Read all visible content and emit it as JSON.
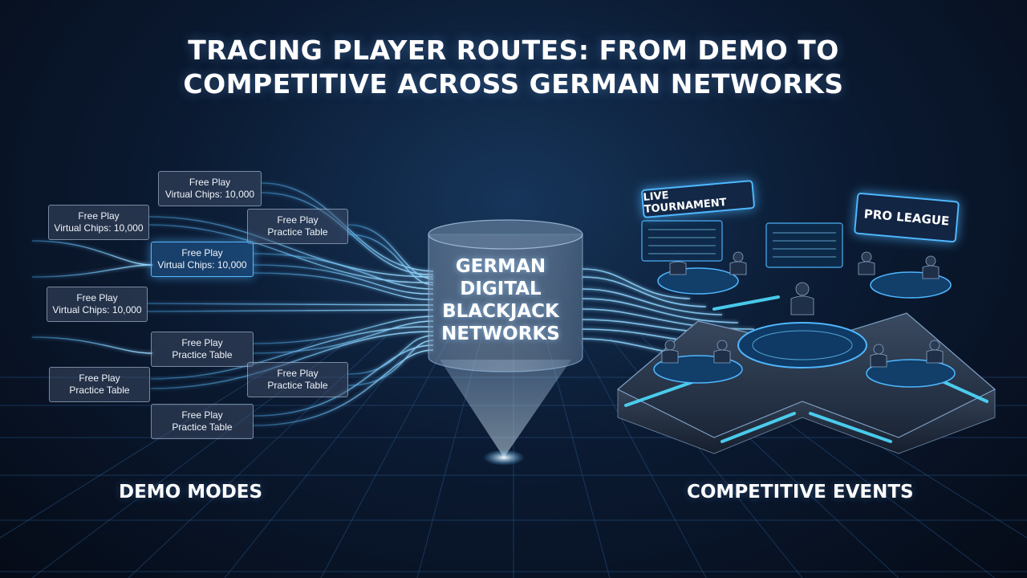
{
  "title": {
    "line1": "TRACING PLAYER ROUTES: FROM DEMO TO",
    "line2": "COMPETITIVE ACROSS GERMAN NETWORKS"
  },
  "demo_modes": {
    "label": "DEMO MODES",
    "cards": [
      {
        "line1": "Free Play",
        "line2": "Virtual Chips: 10,000"
      },
      {
        "line1": "Free Play",
        "line2": "Virtual Chips: 10,000"
      },
      {
        "line1": "Free Play",
        "line2": "Practice Table"
      },
      {
        "line1": "Free Play",
        "line2": "Virtual Chips: 10,000"
      },
      {
        "line1": "Free Play",
        "line2": "Virtual Chips: 10,000"
      },
      {
        "line1": "Free Play",
        "line2": "Practice Table"
      },
      {
        "line1": "Free Play",
        "line2": "Practice Table"
      },
      {
        "line1": "Free Play",
        "line2": "Practice Table"
      },
      {
        "line1": "Free Play",
        "line2": "Practice Table"
      }
    ]
  },
  "hub": {
    "line1": "GERMAN",
    "line2": "DIGITAL",
    "line3": "BLACKJACK",
    "line4": "NETWORKS"
  },
  "competitive": {
    "label": "COMPETITIVE EVENTS",
    "panel_live": "LIVE TOURNAMENT",
    "panel_pro": "PRO LEAGUE"
  },
  "colors": {
    "accent": "#4fb7ff",
    "background": "#0b1b33"
  }
}
